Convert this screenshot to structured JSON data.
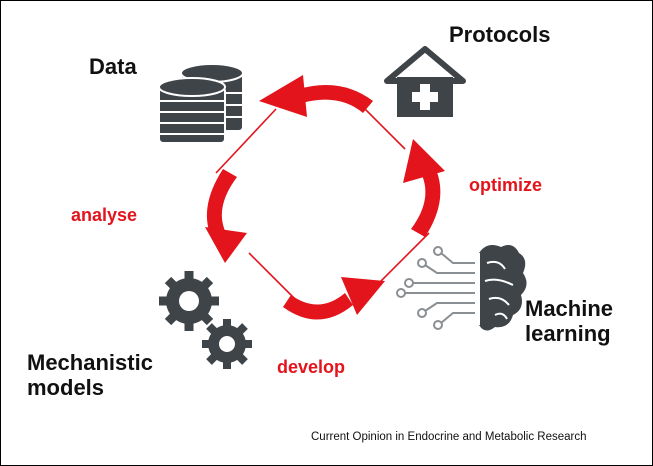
{
  "nodes": {
    "data": {
      "label": "Data",
      "icon": "database-icon"
    },
    "protocols": {
      "label": "Protocols",
      "icon": "house-plus-icon"
    },
    "machine_learning": {
      "line1": "Machine",
      "line2": "learning",
      "icon": "brain-circuit-icon"
    },
    "mechanistic_models": {
      "line1": "Mechanistic",
      "line2": "models",
      "icon": "gears-icon"
    }
  },
  "actions": {
    "analyse": "analyse",
    "develop": "develop",
    "optimize": "optimize"
  },
  "credit": "Current Opinion in Endocrine and Metabolic Research",
  "colors": {
    "accent": "#e3141b",
    "icon": "#3f4448",
    "text": "#111111"
  }
}
